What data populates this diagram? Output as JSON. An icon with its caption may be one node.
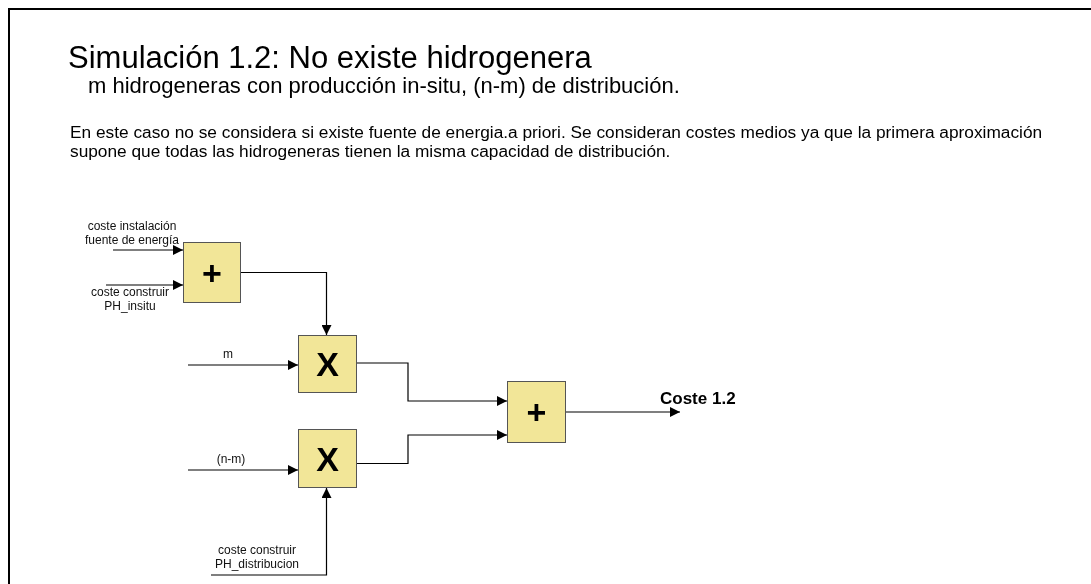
{
  "diagram": {
    "title": "Simulación 1.2: No existe hidrogenera",
    "nodes": [
      {
        "text": [
          "coste instalación fuente de energía"
        ]
      },
      {
        "text": [
          "coste construir PH_insitu"
        ]
      },
      {
        "text": [
          "+"
        ]
      },
      {
        "text": [
          "m"
        ]
      },
      {
        "text": [
          "X"
        ]
      },
      {
        "text": [
          "(n-m)"
        ]
      },
      {
        "text": [
          "X"
        ]
      },
      {
        "text": [
          "coste construir PH_distribucion"
        ]
      },
      {
        "text": [
          "+"
        ]
      },
      {
        "text": [
          "Coste 1.2"
        ]
      }
    ],
    "edges": [
      {
        "from": 0,
        "to": 2,
        "arrow": "to"
      },
      {
        "from": 1,
        "to": 2,
        "arrow": "to"
      },
      {
        "from": 2,
        "to": 4,
        "arrow": "to"
      },
      {
        "from": 3,
        "to": 4,
        "arrow": "to"
      },
      {
        "from": 5,
        "to": 6,
        "arrow": "to"
      },
      {
        "from": 7,
        "to": 6,
        "arrow": "to"
      },
      {
        "from": 4,
        "to": 8,
        "arrow": "to"
      },
      {
        "from": 6,
        "to": 8,
        "arrow": "to"
      },
      {
        "from": 8,
        "to": 9,
        "arrow": "to"
      }
    ],
    "labels": [
      "m hidrogeneras con producción in-situ, (n-m) de distribución.",
      "En este caso no se considera si existe fuente de energia.a priori. Se consideran costes medios ya que la primera aproximación supone que todas las hidrogeneras tienen la misma capacidad de distribución."
    ]
  }
}
